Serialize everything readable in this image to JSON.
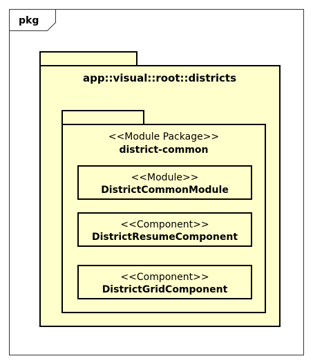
{
  "frame": {
    "tag": "pkg"
  },
  "outer_package": {
    "name": "app::visual::root::districts"
  },
  "inner_package": {
    "stereotype": "<<Module Package>>",
    "name": "district-common"
  },
  "elements": [
    {
      "stereotype": "<<Module>>",
      "name": "DistrictCommonModule"
    },
    {
      "stereotype": "<<Component>>",
      "name": "DistrictResumeComponent"
    },
    {
      "stereotype": "<<Component>>",
      "name": "DistrictGridComponent"
    }
  ],
  "colors": {
    "fill": "#ffffcc",
    "stroke": "#000000",
    "frame_stroke": "#333333"
  }
}
